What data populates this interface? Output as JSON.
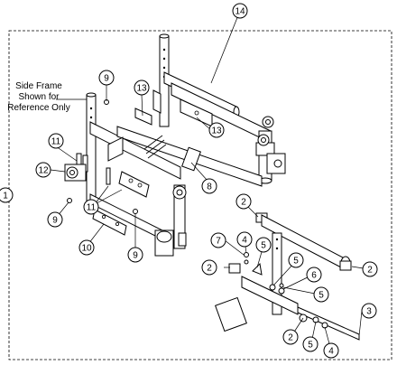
{
  "reference_note": {
    "lines": [
      "Side Frame",
      "Shown for",
      "Reference Only"
    ]
  },
  "callouts": [
    {
      "id": "c1",
      "label": "1"
    },
    {
      "id": "c14",
      "label": "14"
    },
    {
      "id": "c9a",
      "label": "9"
    },
    {
      "id": "c13a",
      "label": "13"
    },
    {
      "id": "c13b",
      "label": "13"
    },
    {
      "id": "c11a",
      "label": "11"
    },
    {
      "id": "c12",
      "label": "12"
    },
    {
      "id": "c8",
      "label": "8"
    },
    {
      "id": "c11b",
      "label": "11"
    },
    {
      "id": "c9b",
      "label": "9"
    },
    {
      "id": "c10",
      "label": "10"
    },
    {
      "id": "c9c",
      "label": "9"
    },
    {
      "id": "c2a",
      "label": "2"
    },
    {
      "id": "c7",
      "label": "7"
    },
    {
      "id": "c4a",
      "label": "4"
    },
    {
      "id": "c5a",
      "label": "5"
    },
    {
      "id": "c5b",
      "label": "5"
    },
    {
      "id": "c2b",
      "label": "2"
    },
    {
      "id": "c6",
      "label": "6"
    },
    {
      "id": "c2c",
      "label": "2"
    },
    {
      "id": "c5c",
      "label": "5"
    },
    {
      "id": "c3",
      "label": "3"
    },
    {
      "id": "c2d",
      "label": "2"
    },
    {
      "id": "c5d",
      "label": "5"
    },
    {
      "id": "c4b",
      "label": "4"
    }
  ]
}
